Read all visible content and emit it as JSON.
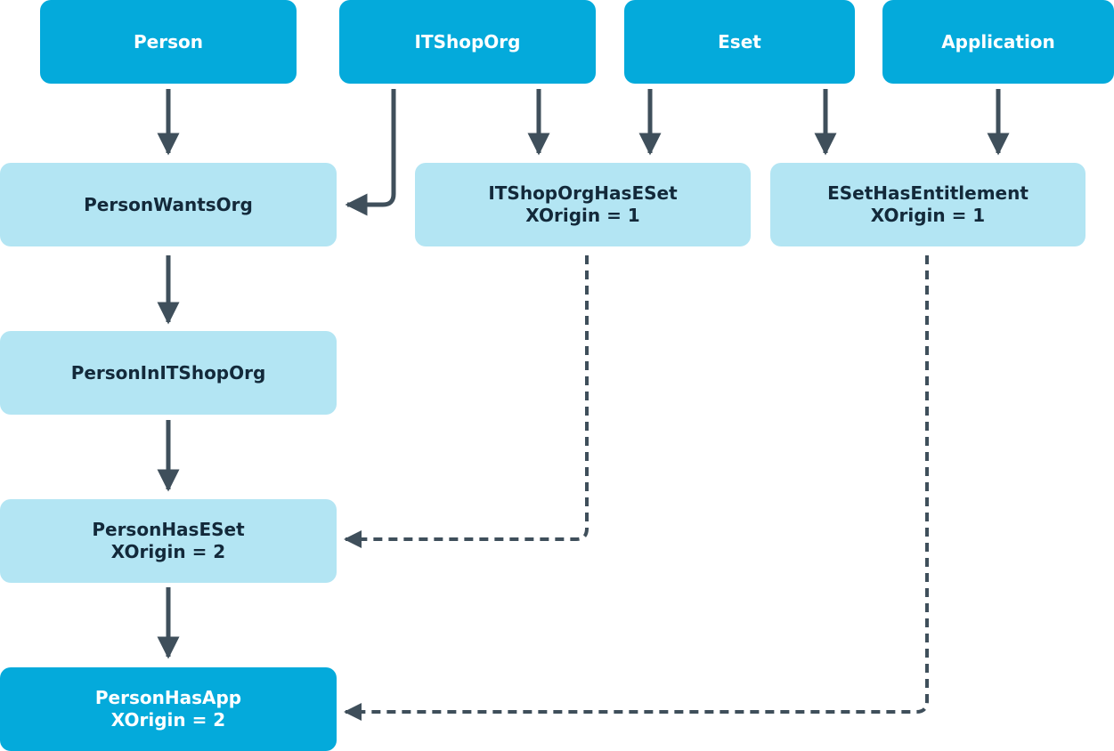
{
  "nodes": {
    "person": "Person",
    "itshoporg": "ITShopOrg",
    "eset": "Eset",
    "application": "Application",
    "person_wants_org": "PersonWantsOrg",
    "itshoporg_has_eset": {
      "name": "ITShopOrgHasESet",
      "origin": "XOrigin = 1"
    },
    "eset_has_entitlement": {
      "name": "ESetHasEntitlement",
      "origin": "XOrigin = 1"
    },
    "person_in_itshoporg": "PersonInITShopOrg",
    "person_has_eset": {
      "name": "PersonHasESet",
      "origin": "XOrigin = 2"
    },
    "person_has_app": {
      "name": "PersonHasApp",
      "origin": "XOrigin = 2"
    }
  },
  "colors": {
    "source_box": "#04aadb",
    "intermediate_box": "#b3e5f3",
    "connector": "#3f4f5b"
  }
}
